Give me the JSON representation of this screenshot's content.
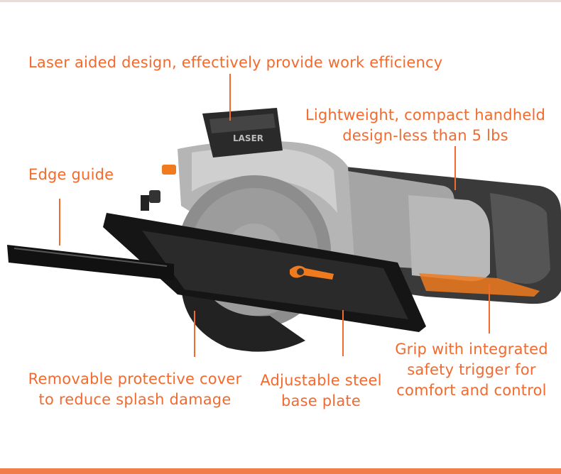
{
  "callouts": {
    "laser": [
      "Laser aided design, effectively provide work efficiency"
    ],
    "lightweight": [
      "Lightweight, compact handheld",
      "design-less than 5 lbs"
    ],
    "edge_guide": [
      "Edge guide"
    ],
    "cover": [
      "Removable protective cover",
      "to reduce splash damage"
    ],
    "base_plate": [
      "Adjustable steel",
      "base plate"
    ],
    "grip": [
      "Grip with integrated",
      "safety trigger for",
      "comfort and control"
    ]
  },
  "product": {
    "laser_label": "LASER",
    "colors": {
      "accent": "#f26a2e",
      "lever": "#f07a1e",
      "housing_dark": "#2b2b2b",
      "housing_grey": "#9a9a9a",
      "blade": "#8a8a8a",
      "plate": "#1a1a1a"
    }
  },
  "colors": {
    "callout_text": "#f26a2e",
    "bottom_rule": "#f07d4a"
  }
}
